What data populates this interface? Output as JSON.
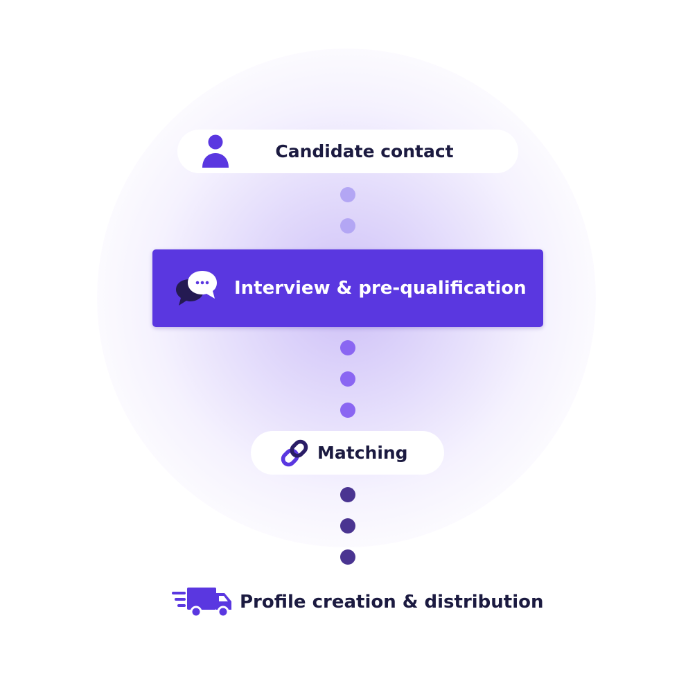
{
  "steps": [
    {
      "label": "Candidate contact",
      "icon": "person-icon"
    },
    {
      "label": "Interview & pre-qualification",
      "icon": "chat-bubbles-icon"
    },
    {
      "label": "Matching",
      "icon": "link-icon"
    },
    {
      "label": "Profile creation & distribution",
      "icon": "delivery-truck-icon"
    }
  ],
  "colors": {
    "accent": "#5a37e0",
    "text": "#1b1a40",
    "connector_light": "#b3a6f4",
    "connector_mid": "#8a66f2",
    "connector_dark": "#4a3491"
  }
}
